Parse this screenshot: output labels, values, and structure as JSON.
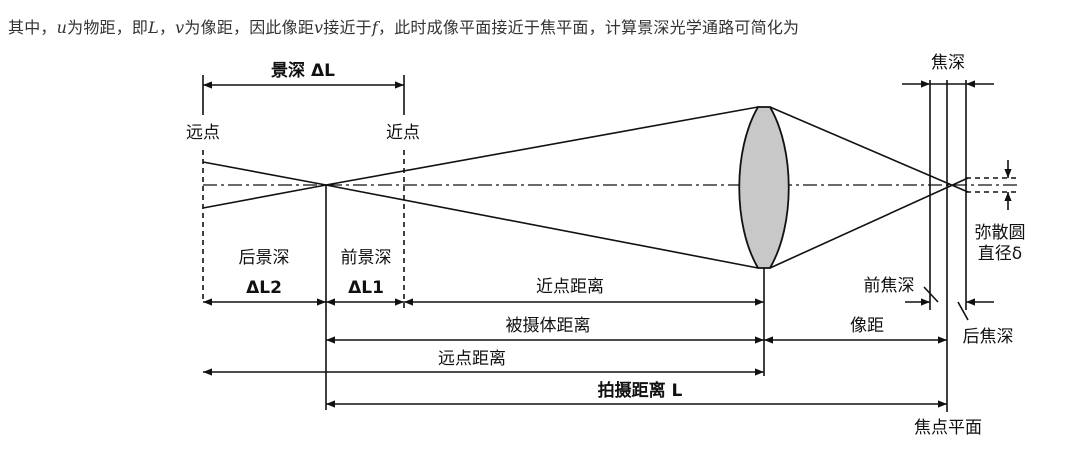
{
  "intro": {
    "p1": "其中，",
    "var_u": "u",
    "p2": "为物距，即",
    "var_L": "L",
    "p3": "，",
    "var_v": "v",
    "p4": "为像距，因此像距",
    "var_v2": "v",
    "p5": "接近于",
    "var_f": "f",
    "p6": "，此时成像平面接近于焦平面，计算景深光学通路可简化为"
  },
  "diagram": {
    "depth_of_field": "景深 ΔL",
    "far_point": "远点",
    "near_point": "近点",
    "depth_of_focus": "焦深",
    "circle_of_confusion": "弥散圆",
    "coc_diameter": "直径δ",
    "rear_dof": "后景深",
    "front_dof": "前景深",
    "dL2": "ΔL2",
    "dL1": "ΔL1",
    "near_distance": "近点距离",
    "front_focus_depth": "前焦深",
    "subject_distance": "被摄体距离",
    "image_distance": "像距",
    "rear_focus_depth": "后焦深",
    "far_distance": "远点距离",
    "shooting_distance": "拍摄距离 L",
    "focal_plane": "焦点平面"
  }
}
